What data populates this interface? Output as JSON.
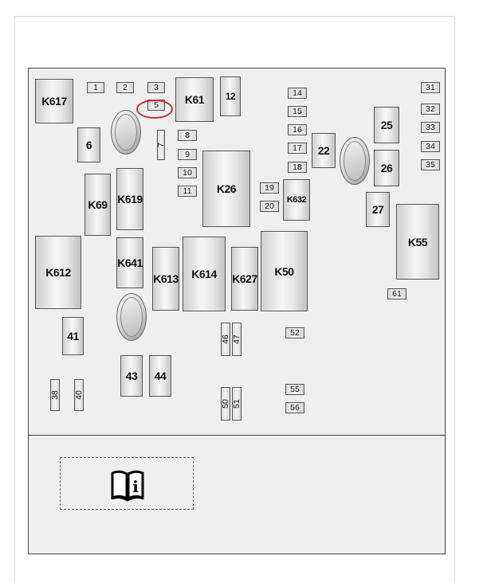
{
  "fusebox": {
    "relays": {
      "k617": "K617",
      "k61": "K61",
      "k26": "K26",
      "k632": "K632",
      "k69": "K69",
      "k619": "K619",
      "k612": "K612",
      "k641": "K641",
      "k613": "K613",
      "k614": "K614",
      "k627": "K627",
      "k50": "K50",
      "k55": "K55"
    },
    "fuses": {
      "f1": "1",
      "f2": "2",
      "f3": "3",
      "f5": "5",
      "f6": "6",
      "f7": "7",
      "f8": "8",
      "f9": "9",
      "f10": "10",
      "f11": "11",
      "f12": "12",
      "f14": "14",
      "f15": "15",
      "f16": "16",
      "f17": "17",
      "f18": "18",
      "f19": "19",
      "f20": "20",
      "f22": "22",
      "f25": "25",
      "f26": "26",
      "f27": "27",
      "f31": "31",
      "f32": "32",
      "f33": "33",
      "f34": "34",
      "f35": "35",
      "f38": "38",
      "f40": "40",
      "f41": "41",
      "f43": "43",
      "f44": "44",
      "f46": "46",
      "f47": "47",
      "f50": "50",
      "f51": "51",
      "f52": "52",
      "f55": "55",
      "f56": "56",
      "f61": "61"
    },
    "highlighted_fuse": "5"
  },
  "manual": {
    "icon": "manual-book-icon",
    "glyph": "i"
  }
}
